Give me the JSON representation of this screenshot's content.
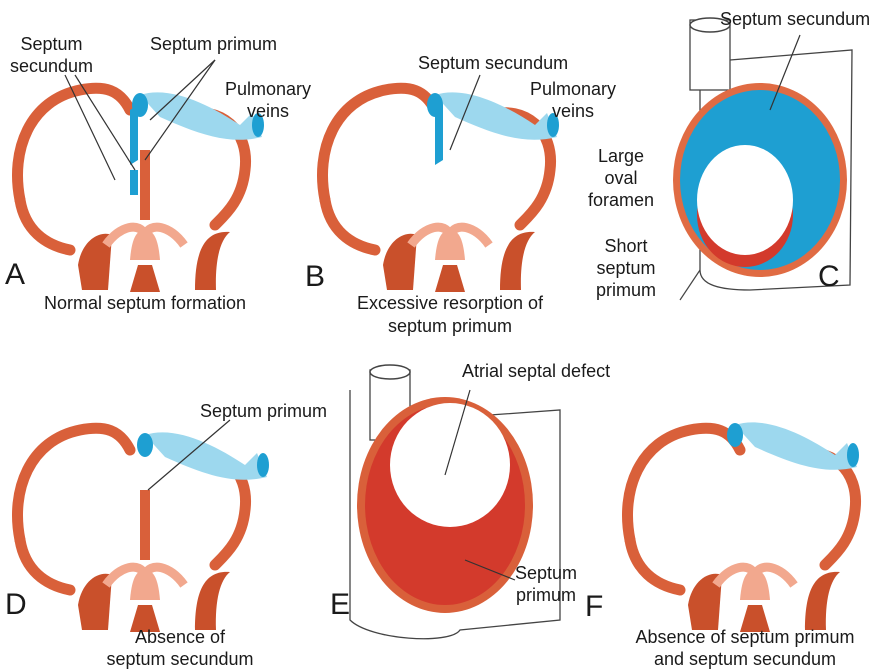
{
  "colors": {
    "septum": "#d9603a",
    "septum_dark": "#b8411e",
    "septum_light": "#f2a88e",
    "vein": "#9dd8ee",
    "vein_dark": "#1e9fd2",
    "defect_red": "#d33a2c",
    "background": "#ffffff"
  },
  "panels": {
    "A": {
      "letter": "A",
      "caption": "Normal septum formation",
      "labels": {
        "septum_secundum": "Septum\nsecundum",
        "septum_primum": "Septum primum",
        "pulmonary_veins": "Pulmonary\nveins"
      }
    },
    "B": {
      "letter": "B",
      "caption_line1": "Excessive resorption of",
      "caption_line2": "septum primum",
      "labels": {
        "septum_secundum": "Septum secundum",
        "pulmonary_veins": "Pulmonary\nveins"
      }
    },
    "C": {
      "letter": "C",
      "labels": {
        "septum_secundum": "Septum secundum",
        "large_oval_foramen": "Large\noval\nforamen",
        "short_septum_primum": "Short\nseptum\nprimum"
      }
    },
    "D": {
      "letter": "D",
      "caption_line1": "Absence of",
      "caption_line2": "septum secundum",
      "labels": {
        "septum_primum": "Septum primum"
      }
    },
    "E": {
      "letter": "E",
      "labels": {
        "atrial_septal_defect": "Atrial septal defect",
        "septum_primum": "Septum\nprimum"
      }
    },
    "F": {
      "letter": "F",
      "caption_line1": "Absence of septum primum",
      "caption_line2": "and septum secundum"
    }
  }
}
